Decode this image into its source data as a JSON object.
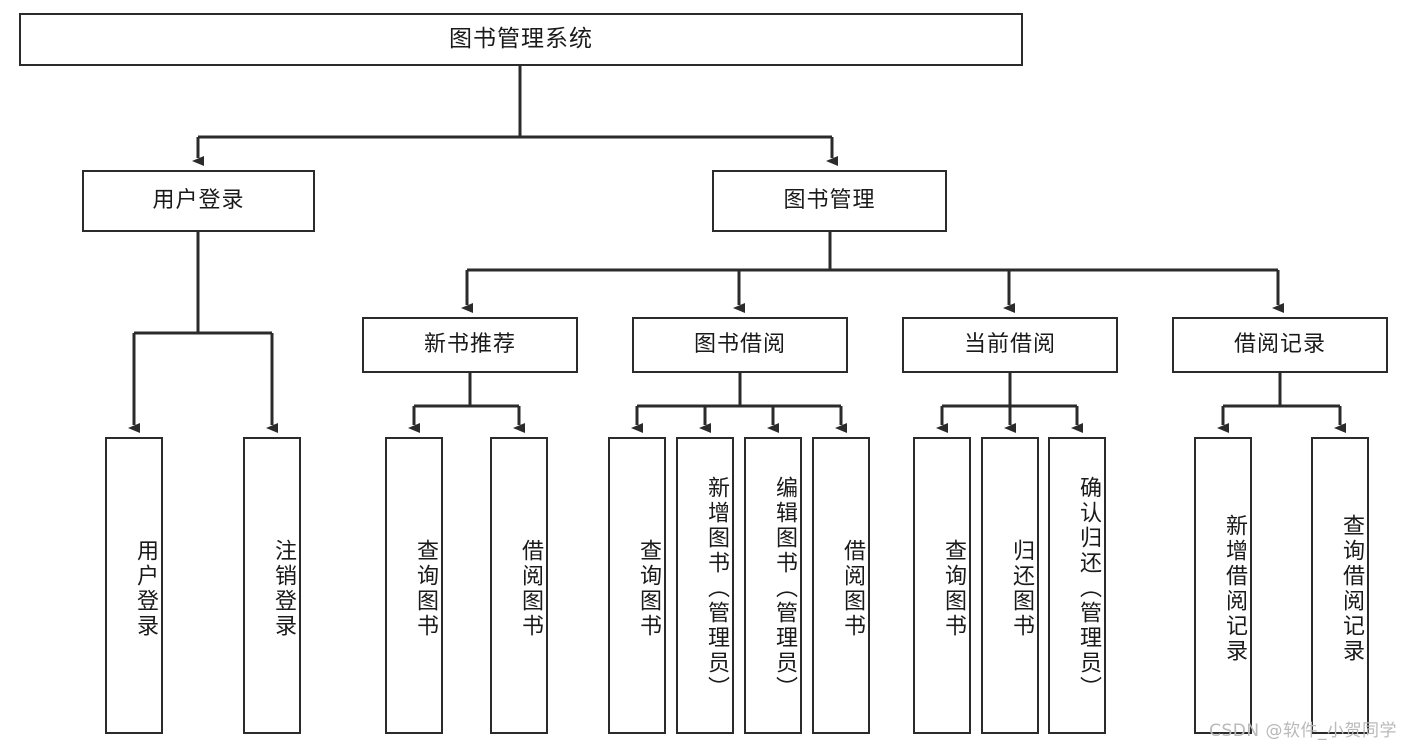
{
  "diagram": {
    "title": "图书管理系统",
    "watermark": "CSDN @软件_小贺同学",
    "colors": {
      "stroke": "#2b2b2b",
      "background": "#ffffff",
      "text": "#1a1a1a",
      "watermark": "#b9b9b9"
    },
    "root": {
      "label": "图书管理系统"
    },
    "level2": [
      {
        "label": "用户登录"
      },
      {
        "label": "图书管理"
      }
    ],
    "level3": [
      {
        "label": "新书推荐"
      },
      {
        "label": "图书借阅"
      },
      {
        "label": "当前借阅"
      },
      {
        "label": "借阅记录"
      }
    ],
    "leaves": {
      "user_login": [
        {
          "label": "用户登录"
        },
        {
          "label": "注销登录"
        }
      ],
      "new_book_recommend": [
        {
          "label": "查询图书"
        },
        {
          "label": "借阅图书"
        }
      ],
      "book_borrow": [
        {
          "label": "查询图书"
        },
        {
          "label": "新增图书（管理员）"
        },
        {
          "label": "编辑图书（管理员）"
        },
        {
          "label": "借阅图书"
        }
      ],
      "current_borrow": [
        {
          "label": "查询图书"
        },
        {
          "label": "归还图书"
        },
        {
          "label": "确认归还（管理员）"
        }
      ],
      "borrow_record": [
        {
          "label": "新增借阅记录"
        },
        {
          "label": "查询借阅记录"
        }
      ]
    }
  }
}
